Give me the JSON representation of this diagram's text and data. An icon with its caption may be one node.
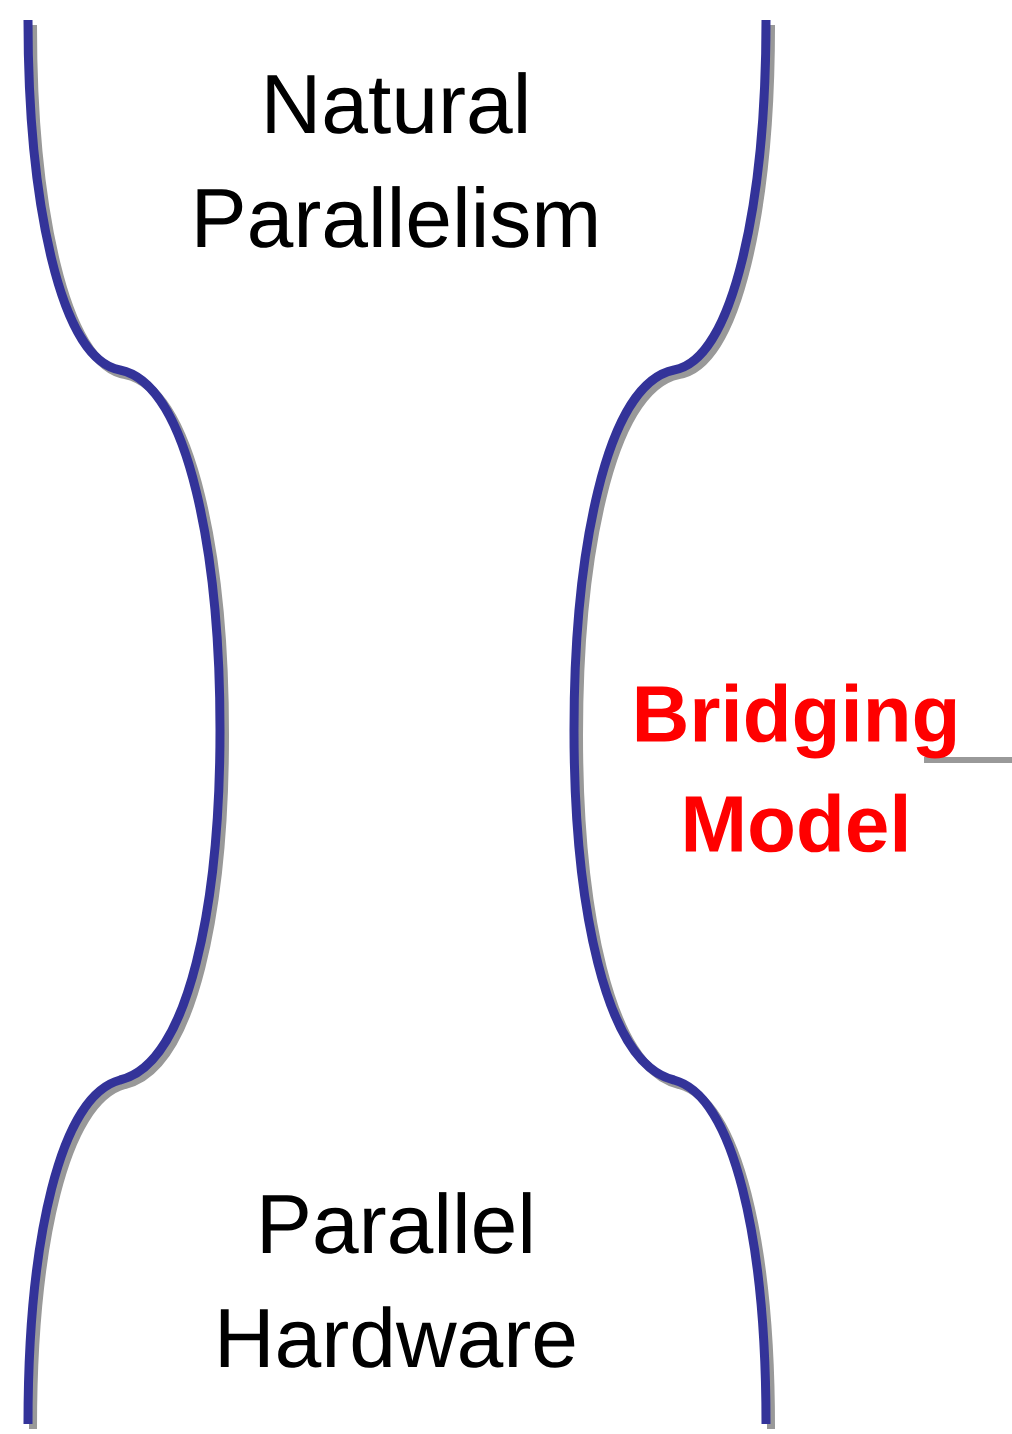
{
  "diagram": {
    "labels": [
      "Natural Parallelism",
      "Bridging Model",
      "Parallel Hardware"
    ]
  }
}
